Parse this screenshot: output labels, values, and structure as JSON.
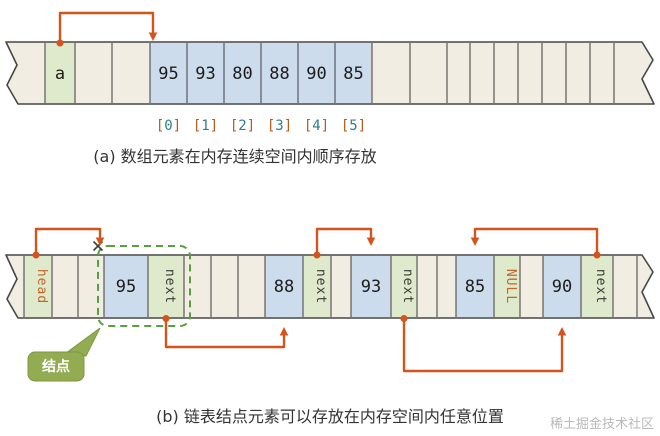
{
  "colors": {
    "arrow": "#d4541c",
    "strip_bg": "#f2ede2",
    "value_cell": "#ccdcec",
    "pointer_cell": "#dfe9cb",
    "highlight_dashed": "#5a9e3f",
    "callout_bg": "#93ac52",
    "orange_text": "#c2662c",
    "index_bracket": "#b85c1e",
    "index_digit": "#2e7f8e"
  },
  "figure_a": {
    "caption": "(a) 数组元素在内存连续空间内顺序存放",
    "variable_label": "a",
    "values": [
      "95",
      "93",
      "80",
      "88",
      "90",
      "85"
    ],
    "bracket_open": "[",
    "bracket_close": "]",
    "indices": [
      "0",
      "1",
      "2",
      "3",
      "4",
      "5"
    ]
  },
  "figure_b": {
    "caption": "(b) 链表结点元素可以存放在内存空间内任意位置",
    "head_label": "head",
    "callout_label": "结点",
    "nodes": [
      {
        "value": "95",
        "pointer": "next"
      },
      {
        "value": "88",
        "pointer": "next"
      },
      {
        "value": "93",
        "pointer": "next"
      },
      {
        "value": "85",
        "pointer": "NULL"
      },
      {
        "value": "90",
        "pointer": "next"
      }
    ]
  },
  "watermark": "稀土掘金技术社区"
}
